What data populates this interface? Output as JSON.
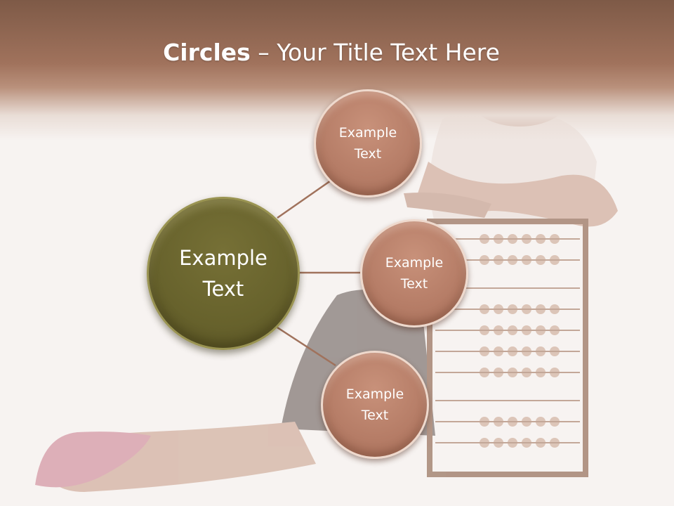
{
  "title": {
    "bold": "Circles",
    "rest": " – Your Title Text Here"
  },
  "diagram": {
    "center": {
      "label": "Example\nText"
    },
    "nodes": [
      {
        "label": "Example\nText"
      },
      {
        "label": "Example\nText"
      },
      {
        "label": "Example\nText"
      }
    ]
  },
  "colors": {
    "header": "#9b6d58",
    "small_circle": "#b57c66",
    "big_circle": "#67622c",
    "connector": "#a0725c"
  }
}
